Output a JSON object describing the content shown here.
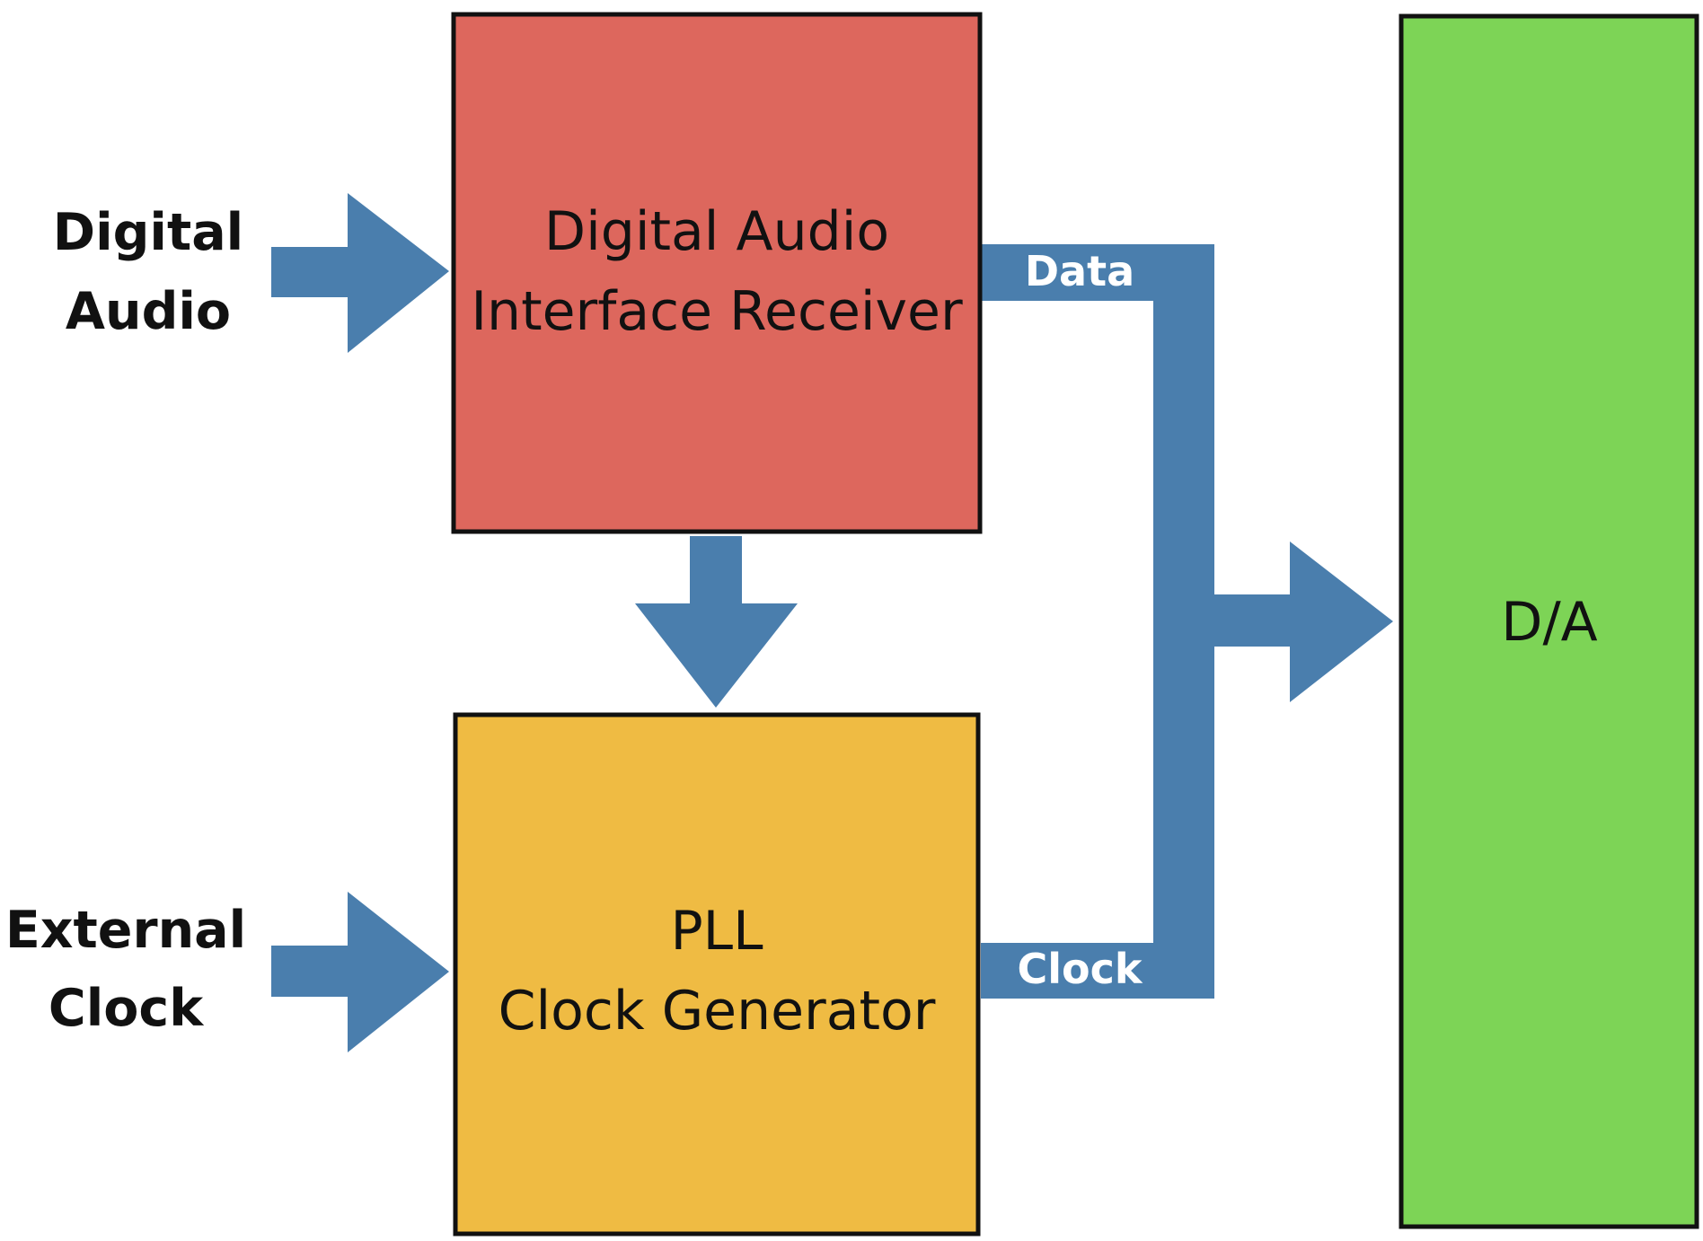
{
  "inputs": {
    "digital_audio": [
      "Digital",
      "Audio"
    ],
    "external_clock": [
      "External",
      "Clock"
    ]
  },
  "blocks": {
    "receiver": {
      "lines": [
        "Digital Audio",
        "Interface Receiver"
      ],
      "color": "#dd675d"
    },
    "pll": {
      "lines": [
        "PLL",
        "Clock Generator"
      ],
      "color": "#efbb43"
    },
    "dac": {
      "lines": [
        "D/A"
      ],
      "color": "#7dd456"
    }
  },
  "signals": {
    "data": "Data",
    "clock": "Clock"
  },
  "colors": {
    "arrow": "#4a7ead",
    "outline": "#111111",
    "signal_text": "#ffffff"
  }
}
